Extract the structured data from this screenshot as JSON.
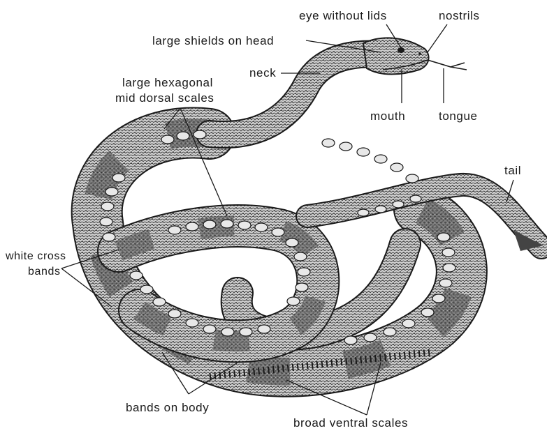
{
  "labels": {
    "eye": "eye  without lids",
    "nostrils": "nostrils",
    "shields": "large  shields  on  head",
    "neck": "neck",
    "hex1": "large  hexagonal",
    "hex2": "mid  dorsal  scales",
    "mouth": "mouth",
    "tongue": "tongue",
    "tail": "tail",
    "white1": "white cross",
    "white2": "bands",
    "bands": "bands  on  body",
    "ventral": "broad  ventral  scales"
  }
}
